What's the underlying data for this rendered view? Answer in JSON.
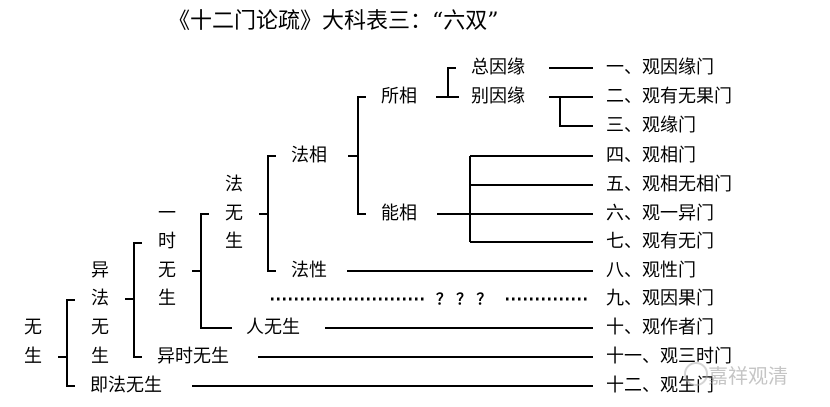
{
  "title": "《十二门论疏》大科表三：“六双”",
  "nodes": {
    "root": [
      "无",
      "生"
    ],
    "yifa": [
      "异",
      "法",
      "无",
      "生"
    ],
    "jifa": "即法无生",
    "yishi_group": [
      "一",
      "时",
      "无",
      "生"
    ],
    "yishi": "异时无生",
    "fawusheng": [
      "法",
      "无",
      "生"
    ],
    "renwusheng": "人无生",
    "faxiang": "法相",
    "faxing": "法性",
    "suoxiang": "所相",
    "nengxiang": "能相",
    "zongyinyuan": "总因缘",
    "bieyinyuan": "别因缘",
    "unknown": "？ ？ ？"
  },
  "gates": [
    "一、观因缘门",
    "二、观有无果门",
    "三、观缘门",
    "四、观相门",
    "五、观相无相门",
    "六、观一异门",
    "七、观有无门",
    "八、观性门",
    "九、观因果门",
    "十、观作者门",
    "十一、观三时门",
    "十二、观生门"
  ],
  "watermark": "嘉祥观清"
}
